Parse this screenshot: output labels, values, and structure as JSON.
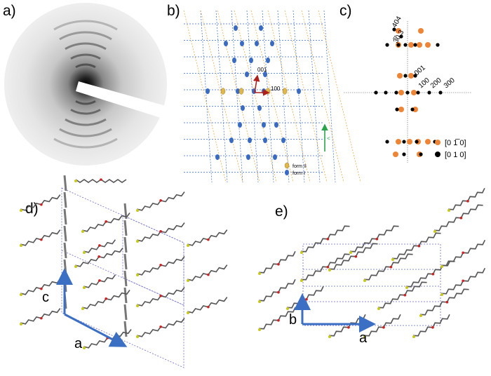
{
  "panels": {
    "a": {
      "label": "a)"
    },
    "b": {
      "label": "b)",
      "reflection_labels": [
        "001",
        "100"
      ],
      "scale_label": "<",
      "legend": [
        {
          "name": "form II",
          "color": "#e0b84a"
        },
        {
          "name": "form I",
          "color": "#3a6bc4"
        }
      ]
    },
    "c": {
      "label": "c)",
      "reflection_labels": [
        "404",
        "3̅0 3",
        "001",
        "100",
        "200",
        "300"
      ],
      "legend": [
        {
          "name": "[0 1̅ 0]",
          "color": "#ee8435"
        },
        {
          "name": "[0 1 0]",
          "color": "#000000"
        }
      ]
    },
    "d": {
      "label": "d)",
      "axis_labels": [
        "c",
        "a"
      ]
    },
    "e": {
      "label": "e)",
      "axis_labels": [
        "b",
        "a"
      ]
    }
  },
  "colors": {
    "axis_arrow": "#3b6fc4",
    "lattice_blue": "#3a6bc4",
    "lattice_orange": "#e8a23a",
    "sulfur": "#c8c81e",
    "oxygen": "#d22020",
    "carbon": "#555555"
  }
}
